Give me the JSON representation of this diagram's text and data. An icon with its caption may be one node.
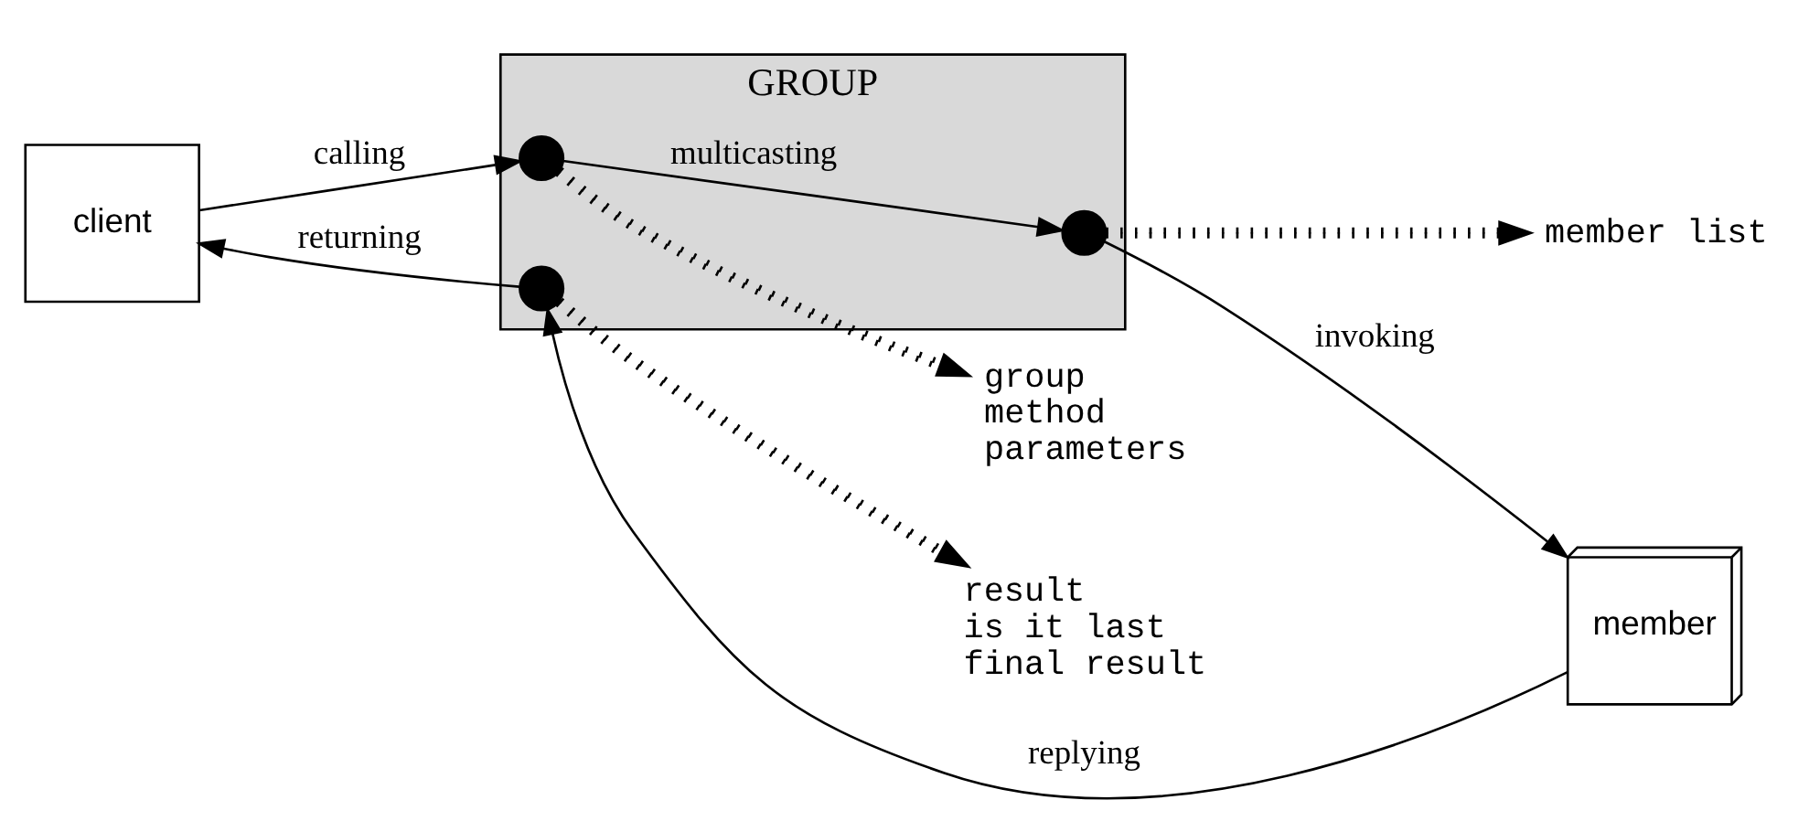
{
  "diagram": {
    "nodes": [
      {
        "text": [
          "client"
        ]
      },
      {
        "text": [
          "GROUP"
        ]
      },
      {
        "text": [],
        "shape": "circle",
        "in": 1
      },
      {
        "text": [],
        "shape": "circle",
        "in": 1
      },
      {
        "text": [],
        "shape": "circle",
        "in": 1
      },
      {
        "text": [
          "member"
        ]
      },
      {
        "text": [
          "group",
          "method",
          "parameters"
        ]
      },
      {
        "text": [
          "member list"
        ]
      },
      {
        "text": [
          "result",
          "is it last",
          "final result"
        ]
      }
    ],
    "edges": [
      {
        "from": 0,
        "to": 2,
        "arrow": "to",
        "label": "calling"
      },
      {
        "from": 2,
        "to": 3,
        "arrow": "to",
        "label": "multicasting"
      },
      {
        "from": 3,
        "to": 5,
        "arrow": "to",
        "label": "invoking"
      },
      {
        "from": 5,
        "to": 4,
        "arrow": "to",
        "label": "replying"
      },
      {
        "from": 4,
        "to": 0,
        "arrow": "to",
        "label": "returning"
      },
      {
        "from": 2,
        "to": 6,
        "arrow": "to",
        "style": "dashed"
      },
      {
        "from": 3,
        "to": 7,
        "arrow": "to",
        "style": "dashed"
      },
      {
        "from": 4,
        "to": 8,
        "arrow": "to",
        "style": "dashed"
      }
    ]
  }
}
